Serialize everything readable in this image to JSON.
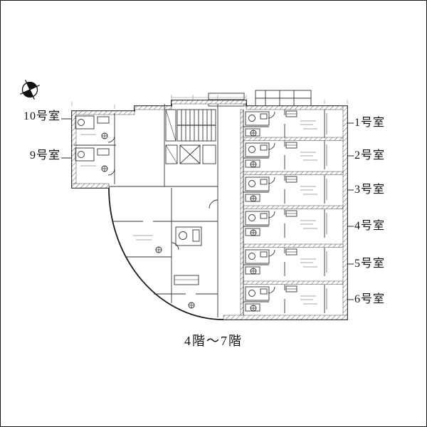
{
  "labels": {
    "left": [
      {
        "text": "10号室"
      },
      {
        "text": "9号室"
      }
    ],
    "right": [
      {
        "text": "1号室"
      },
      {
        "text": "2号室"
      },
      {
        "text": "3号室"
      },
      {
        "text": "4号室"
      },
      {
        "text": "5号室"
      },
      {
        "text": "6号室"
      }
    ]
  },
  "caption": {
    "text": "4階〜7階"
  },
  "icons": {
    "north": "north-compass"
  },
  "colors": {
    "line": "#1a1a1a",
    "hatch": "#666666",
    "background": "#ffffff"
  }
}
